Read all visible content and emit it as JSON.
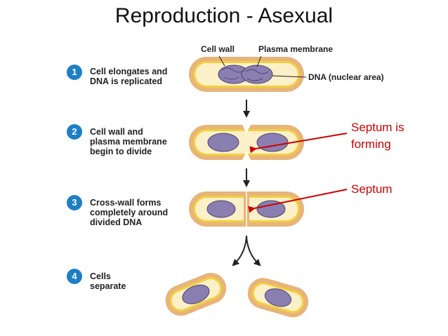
{
  "title": "Reproduction - Asexual",
  "steps": [
    {
      "number": "1",
      "text": "Cell elongates and\nDNA is replicated"
    },
    {
      "number": "2",
      "text": "Cell wall and\nplasma membrane\nbegin to divide"
    },
    {
      "number": "3",
      "text": "Cross-wall forms\ncompletely around\ndivided DNA"
    },
    {
      "number": "4",
      "text": "Cells\nseparate"
    }
  ],
  "labels": {
    "cell_wall": "Cell wall",
    "plasma_membrane": "Plasma membrane",
    "dna": "DNA (nuclear area)"
  },
  "annotations": {
    "septum_forming": "Septum is\nforming",
    "septum": "Septum"
  },
  "colors": {
    "cell_wall": "#e8b47a",
    "membrane": "#f0d040",
    "cytoplasm": "#fbf0c8",
    "dna": "#8a7fb0",
    "badge": "#1d7fc4",
    "annotation": "#cc0000"
  }
}
